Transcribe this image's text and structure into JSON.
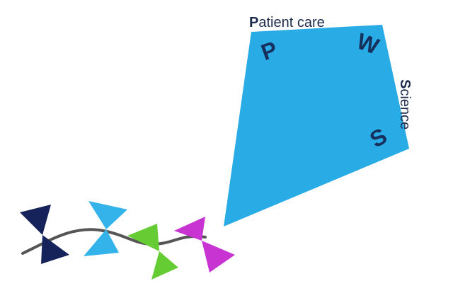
{
  "labels": {
    "top": {
      "initial": "P",
      "rest": "atient care"
    },
    "side": {
      "initial": "S",
      "rest": "cience"
    }
  },
  "kite_letters": {
    "left": "P",
    "middle": "W",
    "bottom": "S"
  },
  "colors": {
    "kite": "#29abe6",
    "text": "#1c2c4d",
    "letter": "#16305e",
    "string": "#555555",
    "bow_navy": "#16235a",
    "bow_blue": "#33b3ea",
    "bow_green": "#66cc33",
    "bow_magenta": "#c734d2"
  }
}
